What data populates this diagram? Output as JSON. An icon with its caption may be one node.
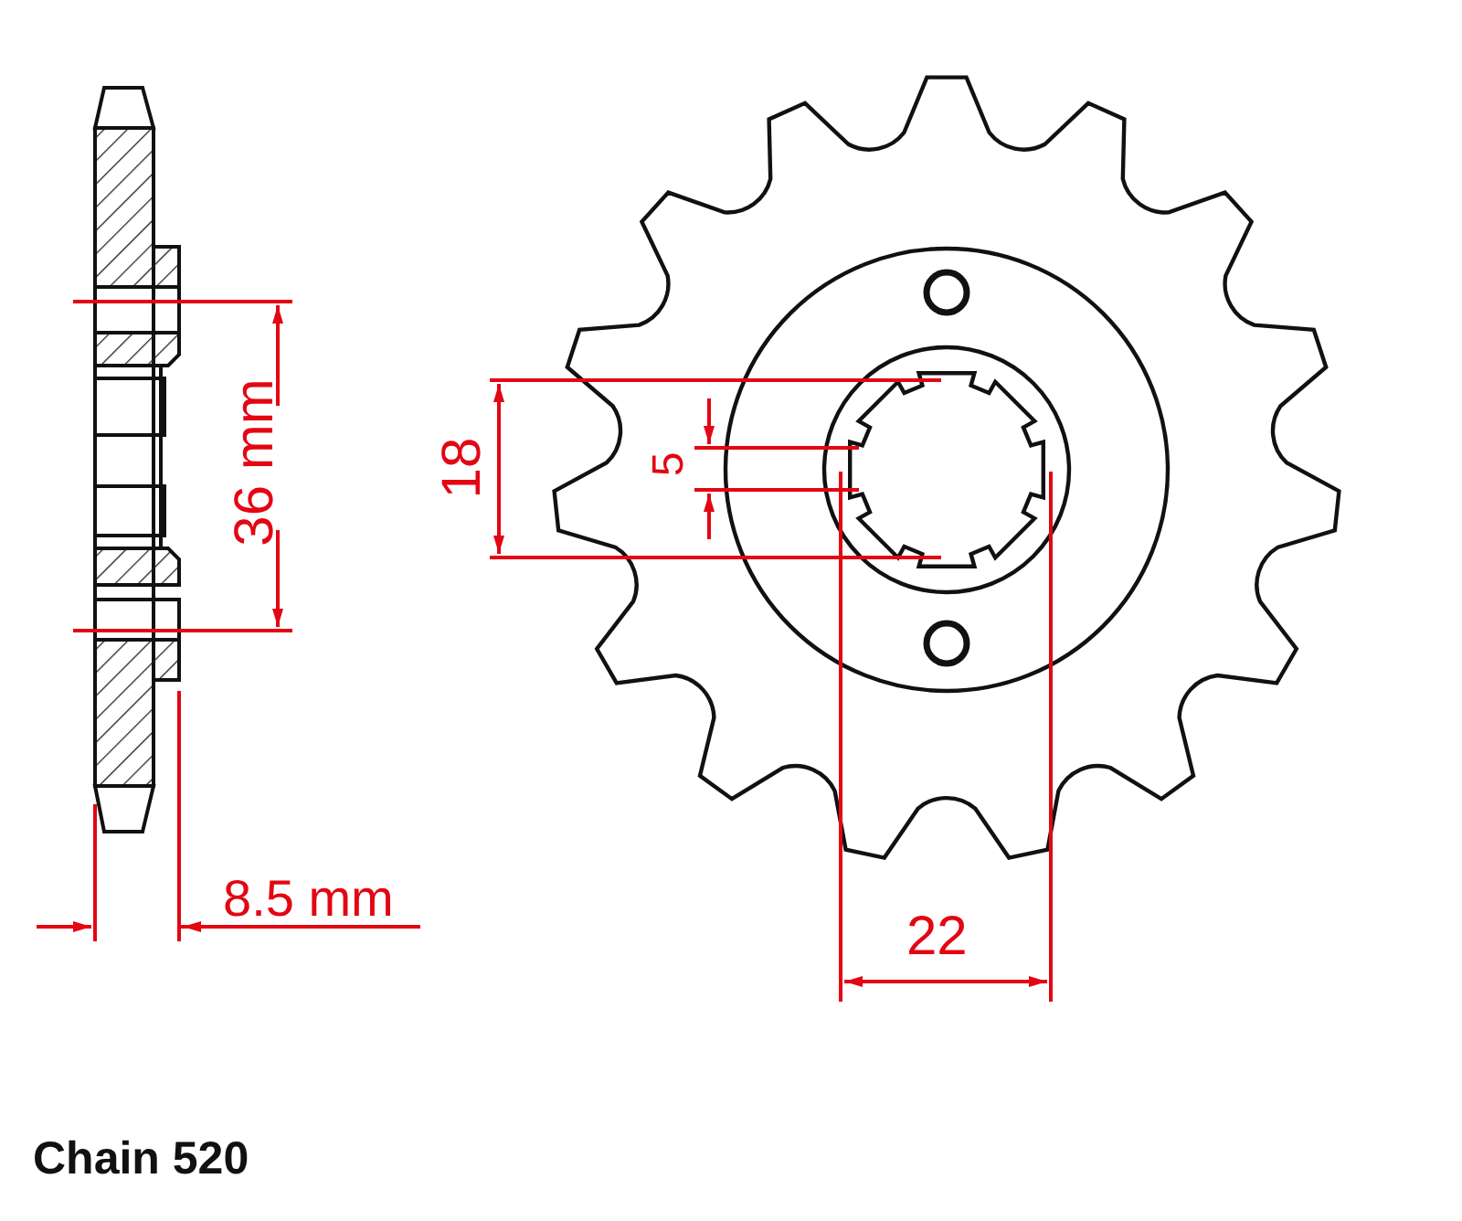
{
  "diagram": {
    "labels": [
      "36 mm",
      "18",
      "5",
      "8.5 mm",
      "22",
      "Chain 520"
    ]
  }
}
